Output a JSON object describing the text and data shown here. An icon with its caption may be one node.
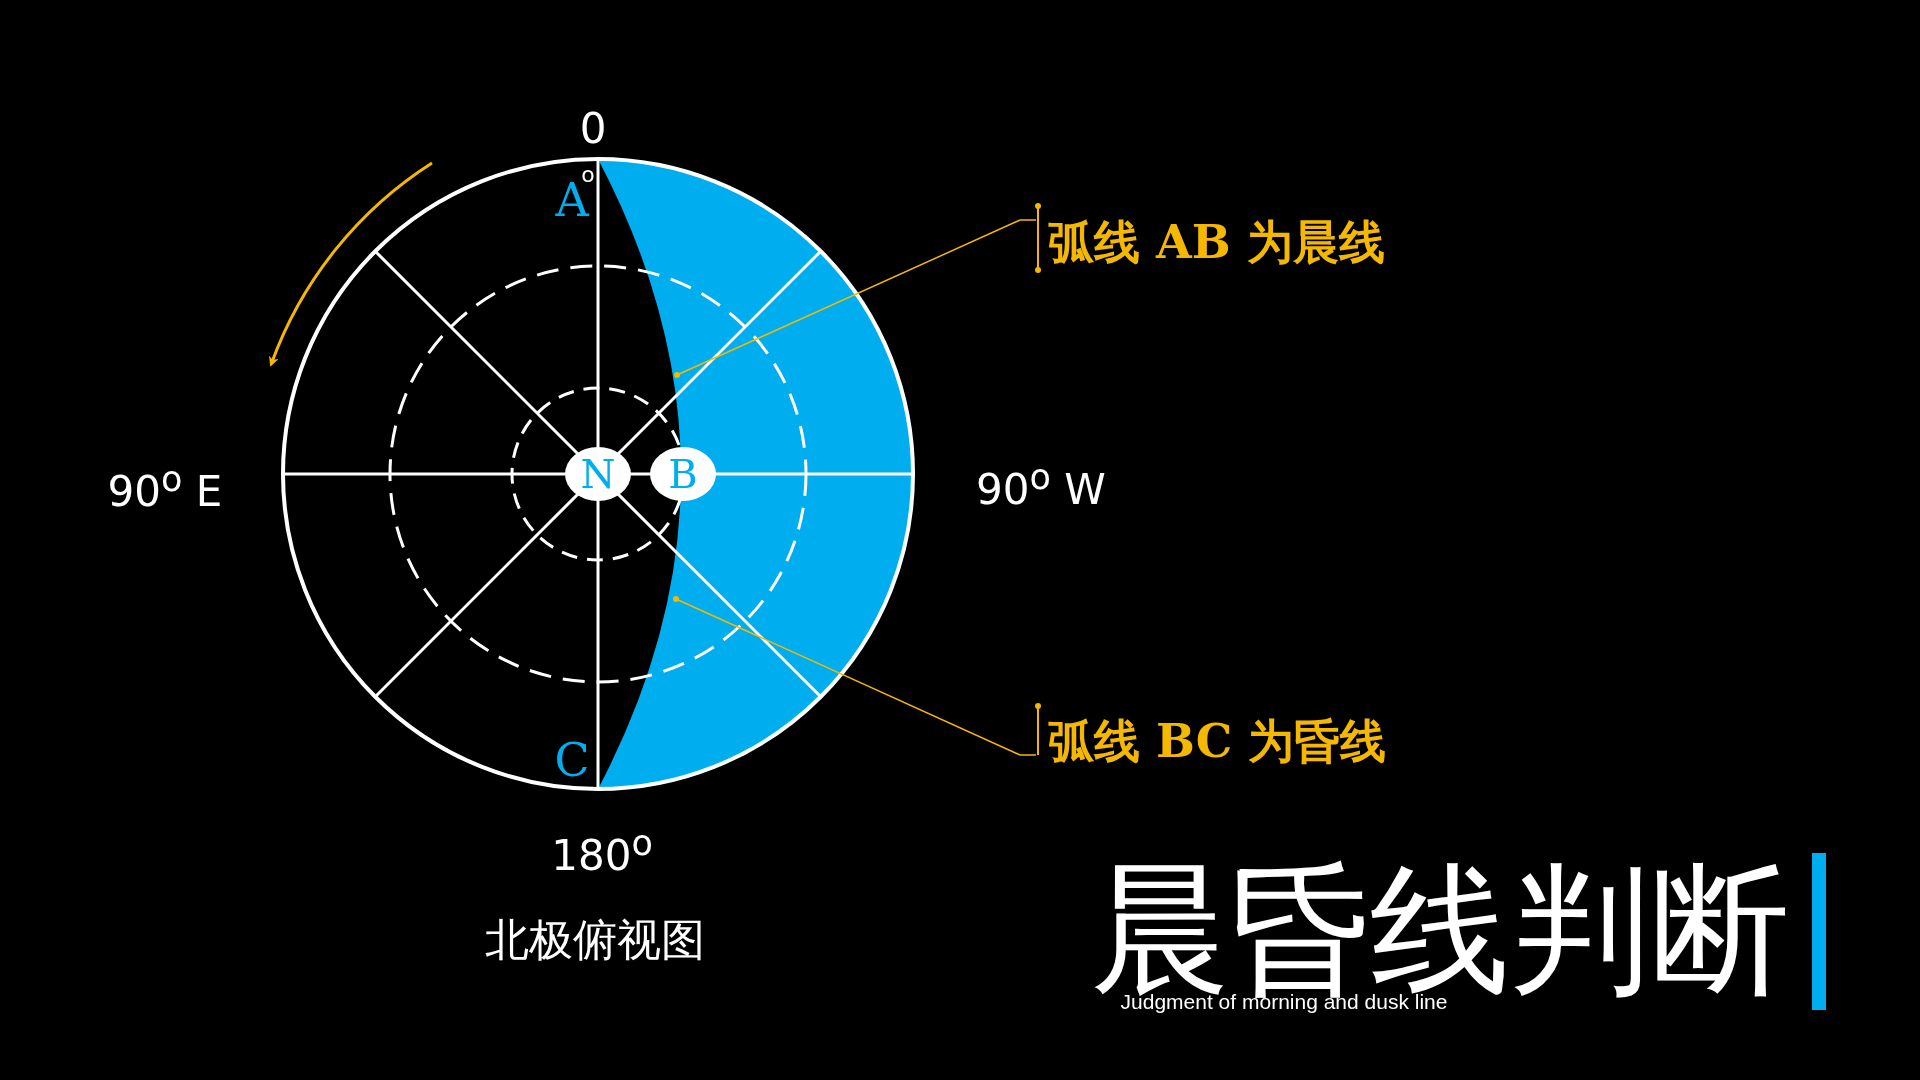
{
  "diagram": {
    "title": "晨昏线判断",
    "caption": "Judgment of morning and dusk line",
    "nodes": [
      {
        "text": [
          "弧线 AB 为晨线"
        ]
      },
      {
        "text": [
          "弧线 BC 为昏线"
        ]
      },
      {
        "text": [
          "N"
        ]
      },
      {
        "text": [
          "B"
        ]
      }
    ],
    "edges": [
      {
        "from": 0,
        "to": null,
        "arrow": "other"
      },
      {
        "from": 1,
        "to": null,
        "arrow": "other"
      }
    ],
    "labels": [
      "0",
      "o",
      "A",
      "90$^{o}$ E",
      "90$^{o}$ W",
      "C",
      "180$^{o}$",
      "北极俯视图"
    ]
  }
}
